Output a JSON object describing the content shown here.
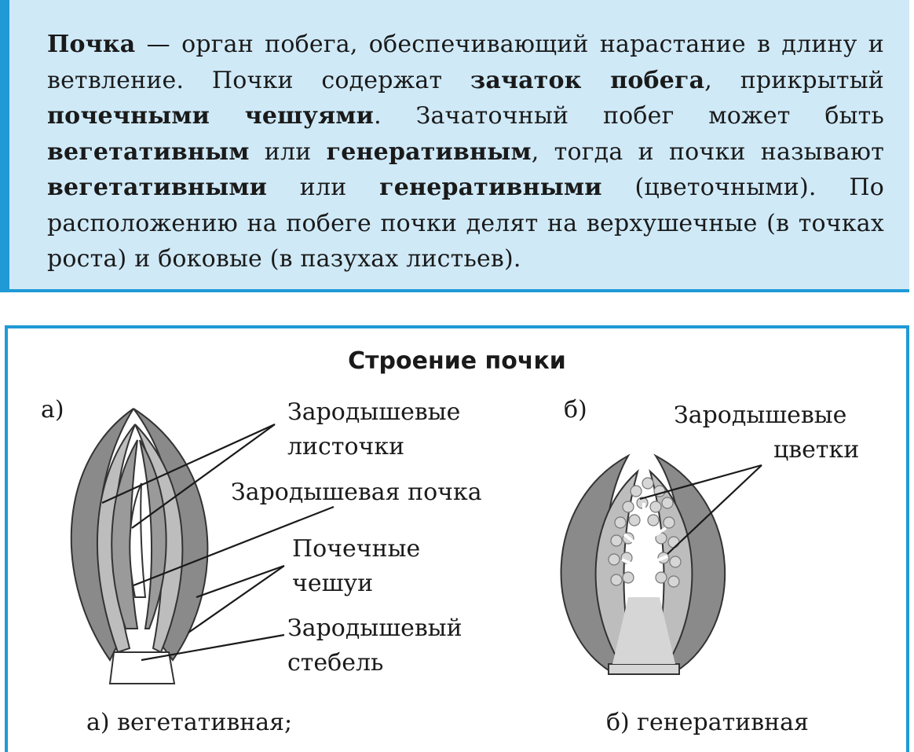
{
  "definition": {
    "t1": "Почка",
    "t2": " — орган побега, обеспечивающий нарастание в длину и ветвление. Почки содержат ",
    "t3": "зачаток побега",
    "t4": ", прикрытый ",
    "t5": "почечными чешуями",
    "t6": ". Зачаточный побег может быть ",
    "t7": "вегетативным",
    "t8": " или ",
    "t9": "генеративным",
    "t10": ", тогда и почки называют ",
    "t11": "вегетативными",
    "t12": " или ",
    "t13": "генеративными",
    "t14": " (цветочными). По расположению на побеге почки делят на верхушечные (в точках роста) и боковые (в пазухах листьев)."
  },
  "figure": {
    "title": "Строение почки",
    "marker_a": "а)",
    "marker_b": "б)",
    "caption_a": "а) вегетативная;",
    "caption_b": "б) генеративная",
    "labels": {
      "leaves_1": "Зародышевые",
      "leaves_2": "листочки",
      "embryo_bud": "Зародышевая почка",
      "scales_1": "Почечные",
      "scales_2": "чешуи",
      "stem_1": "Зародышевый",
      "stem_2": "стебель",
      "flowers_1": "Зародышевые",
      "flowers_2": "цветки"
    }
  },
  "colors": {
    "accent": "#1f9ad6",
    "box_fill": "#cfe9f7",
    "bud_gray": "#8a8a8a",
    "light_gray": "#d6d6d6"
  }
}
